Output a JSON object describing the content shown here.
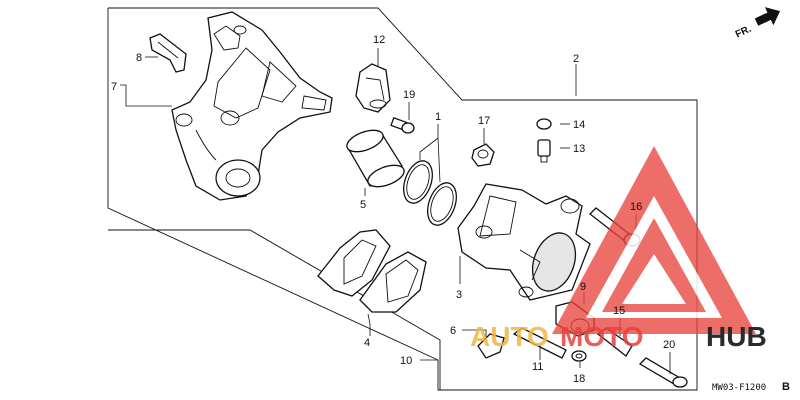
{
  "direction_label": "FR.",
  "diagram_code": "MW03-F1200",
  "diagram_code_suffix": "B",
  "watermark": {
    "text_auto": "AUTO",
    "text_moto": "MOTO",
    "text_hub": "HUB",
    "color_red": "#e8413c",
    "color_gold": "#f0b640",
    "color_dark": "#2b2b2b"
  },
  "callouts": {
    "c1": "1",
    "c2": "2",
    "c3": "3",
    "c4": "4",
    "c5": "5",
    "c6": "6",
    "c7": "7",
    "c8": "8",
    "c9": "9",
    "c10": "10",
    "c11": "11",
    "c12": "12",
    "c13": "13",
    "c14": "14",
    "c15": "15",
    "c16": "16",
    "c17": "17",
    "c18": "18",
    "c19": "19",
    "c20": "20"
  }
}
